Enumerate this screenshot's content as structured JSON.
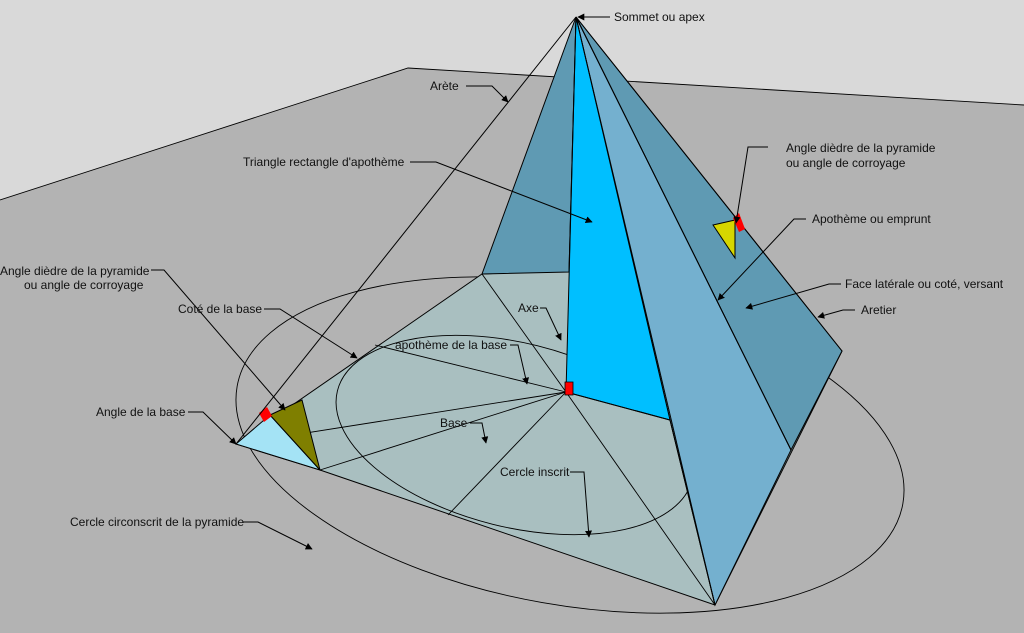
{
  "colors": {
    "background_plane": "#b3b3b3",
    "background_sky": "#d9d9d9",
    "base": "#a9bfc0",
    "face_front_right": "#74b0cf",
    "face_back_left": "#5f9ab3",
    "face_back_right": "#5f9ab3",
    "apothem_triangle": "#00bfff",
    "base_angle_triangle": "#a4e3f5",
    "dihedral_marker": "#7f7f00",
    "dihedral_marker_right": "#d6d600",
    "right_angle_marker": "#ff0000"
  },
  "labels": {
    "apex": "Sommet ou apex",
    "edge": "Arète",
    "apothem_triangle": "Triangle rectangle d'apothème",
    "dihedral_right_1": "Angle dièdre de la pyramide",
    "dihedral_right_2": "ou angle de corroyage",
    "apothem": "Apothème ou emprunt",
    "dihedral_left_1": "Angle dièdre de la pyramide",
    "dihedral_left_2": "ou angle de corroyage",
    "lateral_face": "Face latérale ou coté, versant",
    "base_side": "Coté de la base",
    "axis": "Axe",
    "hip": "Aretier",
    "base_apothem": "apothème de la base",
    "base_angle": "Angle de la base",
    "base": "Base",
    "inscribed_circle": "Cercle inscrit",
    "circumscribed_circle": "Cercle circonscrit de la pyramide"
  }
}
